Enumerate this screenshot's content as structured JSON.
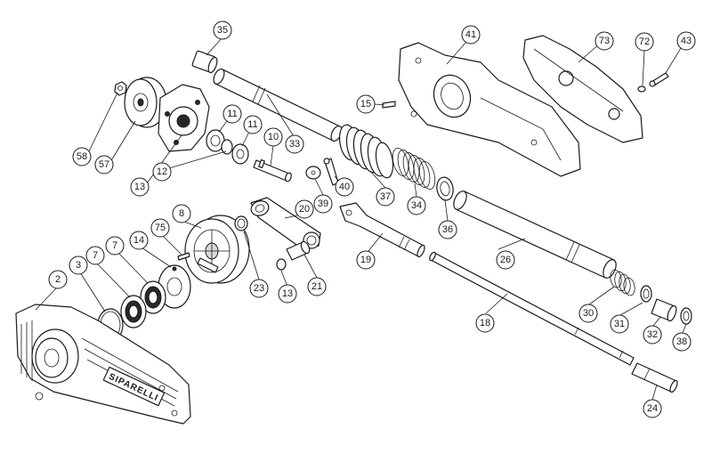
{
  "brand_marking": "SIPARELLI",
  "callouts": {
    "c35": "35",
    "c41": "41",
    "c73": "73",
    "c72": "72",
    "c43": "43",
    "c15": "15",
    "c33": "33",
    "c10": "10",
    "c11a": "11",
    "c11b": "11",
    "c58": "58",
    "c57": "57",
    "c13a": "13",
    "c12": "12",
    "c37": "37",
    "c39": "39",
    "c40": "40",
    "c34": "34",
    "c36": "36",
    "c20": "20",
    "c8": "8",
    "c75": "75",
    "c14": "14",
    "c7a": "7",
    "c7b": "7",
    "c3": "3",
    "c2": "2",
    "c23": "23",
    "c13b": "13",
    "c21": "21",
    "c19": "19",
    "c26": "26",
    "c18": "18",
    "c30": "30",
    "c31": "31",
    "c32": "32",
    "c38": "38",
    "c24": "24"
  }
}
